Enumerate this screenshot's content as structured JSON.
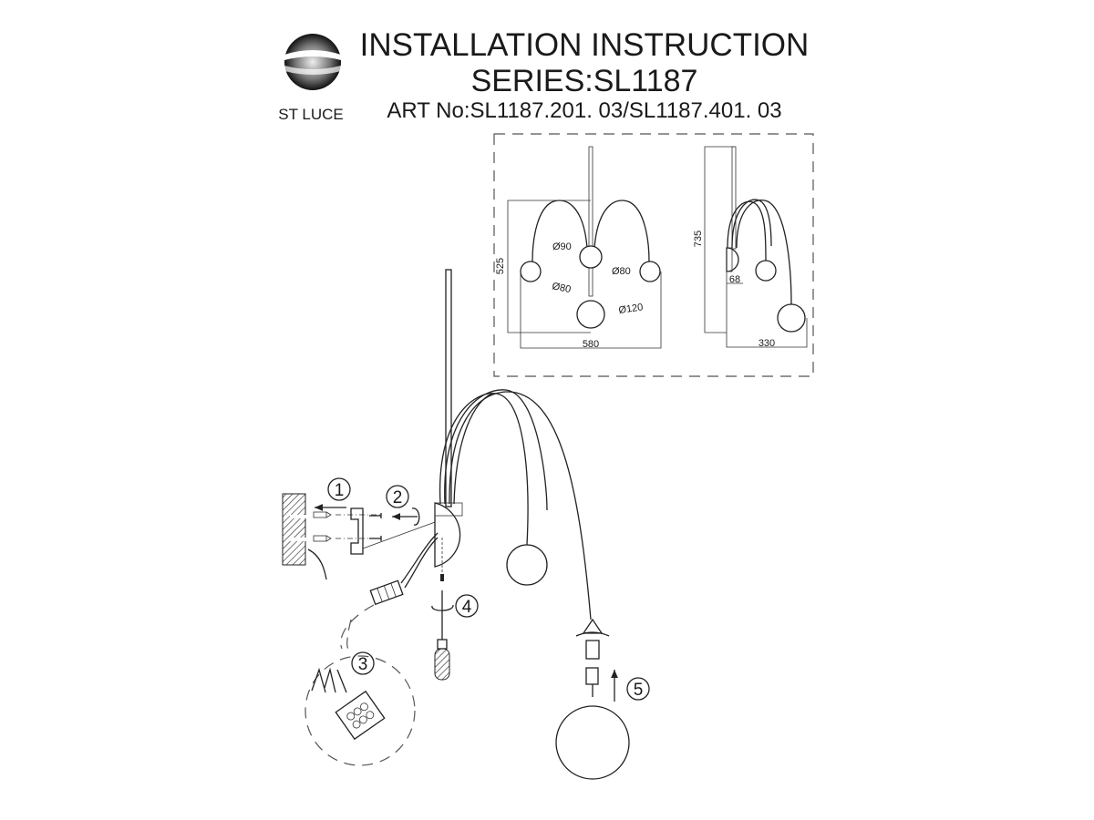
{
  "header": {
    "logo_text": "ST LUCE",
    "title": "INSTALLATION INSTRUCTION",
    "series": "SERIES:SL1187",
    "art_no": "ART No:SL1187.201. 03/SL1187.401. 03"
  },
  "dimensions": {
    "front_height": "525",
    "front_width": "580",
    "hub_diameter": "Ø90",
    "left_ball_diameter": "Ø80",
    "right_ball_diameter": "Ø80",
    "bottom_ball_diameter": "Ø120",
    "side_height": "735",
    "side_depth": "330",
    "backplate_depth": "68"
  },
  "steps": [
    "1",
    "2",
    "3",
    "4",
    "5"
  ]
}
